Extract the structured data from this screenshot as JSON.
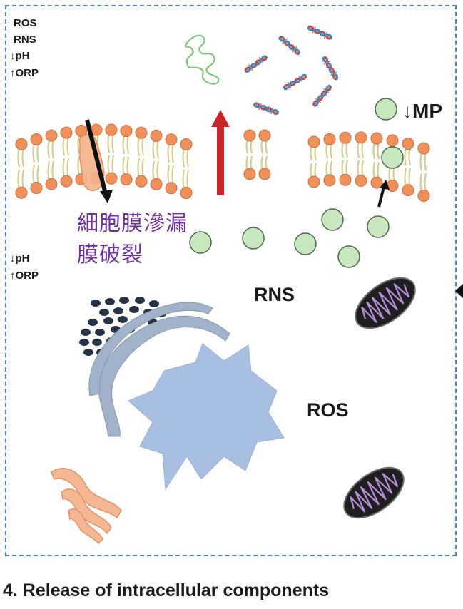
{
  "stress_list": {
    "line1": "ROS",
    "line2": "RNS",
    "line3": "↓pH",
    "line4": "↑ORP"
  },
  "stress_list_2": {
    "line1": "↓pH",
    "line2": "↑ORP"
  },
  "mp_label": "↓MP",
  "rns_label": "RNS",
  "ros_label": "ROS",
  "membrane_label": {
    "line1": "細胞膜滲漏",
    "line2": "膜破裂"
  },
  "caption": "4. Release of intracellular components",
  "colors": {
    "frame": "#4a86c5",
    "lipid_head": "#f0915c",
    "lipid_tail": "#d8c98a",
    "vesicle": "#c8e6c0",
    "red_arrow": "#c8262b",
    "nucleus": "#a9bfe2",
    "er": "#a2b2c9",
    "ribosome": "#263347",
    "mitochondrion": "#2a2a2a",
    "cristae": "#b68ed9",
    "golgi": "#f6b894",
    "dna_red": "#d13b3b",
    "dna_blue": "#3d7fc1",
    "protein": "#7ec77a",
    "annotation": "#7030a0"
  }
}
